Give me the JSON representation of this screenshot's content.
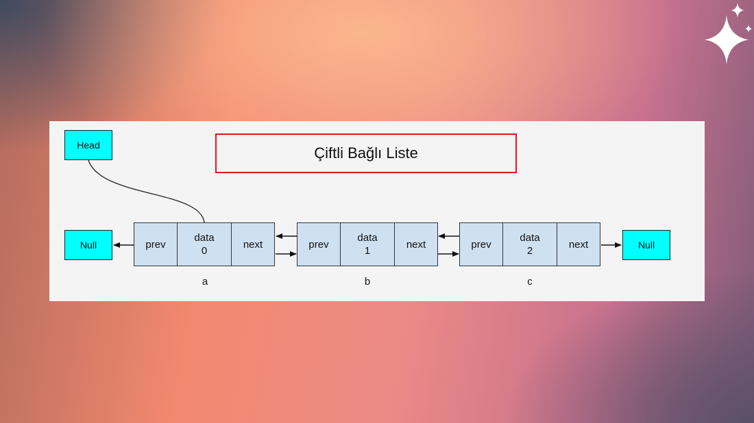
{
  "title": "Çiftli Bağlı Liste",
  "head_label": "Head",
  "null_left": "Null",
  "null_right": "Null",
  "nodes": [
    {
      "prev": "prev",
      "data": "data",
      "value": "0",
      "next": "next",
      "label": "a"
    },
    {
      "prev": "prev",
      "data": "data",
      "value": "1",
      "next": "next",
      "label": "b"
    },
    {
      "prev": "prev",
      "data": "data",
      "value": "2",
      "next": "next",
      "label": "c"
    }
  ],
  "colors": {
    "title_border": "#e0141a",
    "terminal_fill": "#00ffff",
    "cell_fill": "#cfe0f1",
    "panel": "#f4f4f4"
  }
}
